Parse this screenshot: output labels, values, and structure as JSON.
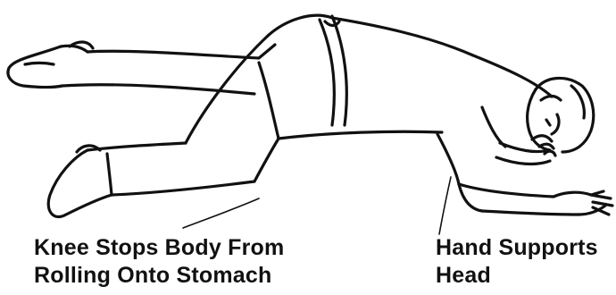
{
  "labels": {
    "knee": {
      "line1": "Knee Stops Body From",
      "line2": "Rolling Onto Stomach"
    },
    "hand": {
      "line1": "Hand Supports",
      "line2": "Head"
    }
  },
  "colors": {
    "ink": "#111111",
    "background": "#ffffff"
  }
}
